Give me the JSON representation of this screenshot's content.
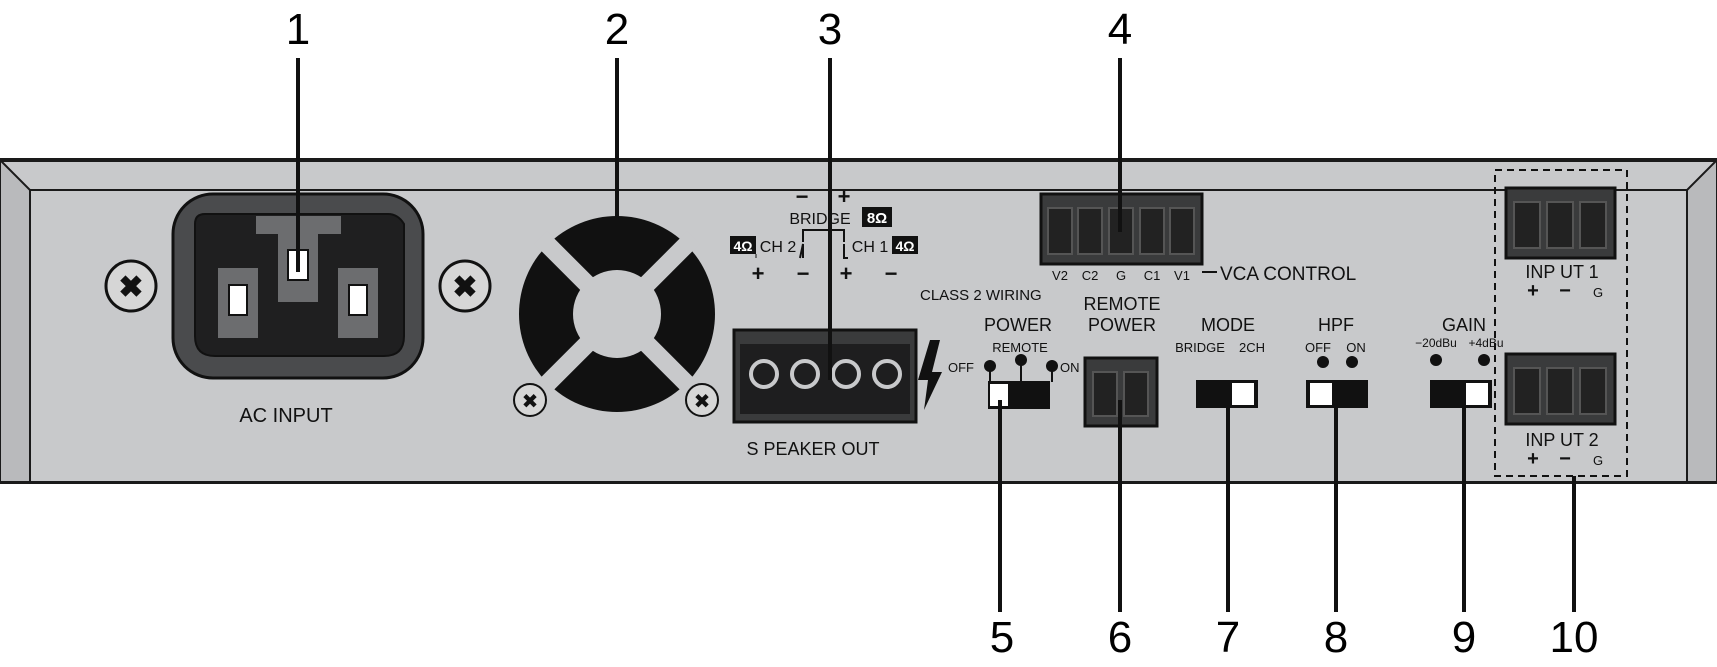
{
  "callouts": [
    "1",
    "2",
    "3",
    "4",
    "5",
    "6",
    "7",
    "8",
    "9",
    "10"
  ],
  "labels": {
    "ac_input": "AC INPUT",
    "speaker_out": "S PEAKER OUT",
    "bridge": "BRIDGE",
    "bridge_minus": "−",
    "bridge_plus": "+",
    "bridge_ohm": "8Ω",
    "ch2": "CH 2",
    "ch2_ohm": "4Ω",
    "ch1": "CH 1",
    "ch1_ohm": "4Ω",
    "ch2_plus": "+",
    "ch2_minus": "−",
    "ch1_plus": "+",
    "ch1_minus": "−",
    "class2": "CLASS 2 WIRING",
    "power": "POWER",
    "power_off": "OFF",
    "power_remote": "REMOTE",
    "power_on": "ON",
    "remote_power_1": "REMOTE",
    "remote_power_2": "POWER",
    "mode": "MODE",
    "mode_bridge": "BRIDGE",
    "mode_2ch": "2CH",
    "hpf": "HPF",
    "hpf_off": "OFF",
    "hpf_on": "ON",
    "gain": "GAIN",
    "gain_low": "−20dBu",
    "gain_high": "+4dBu",
    "vca_control": "VCA CONTROL",
    "vca_pins": [
      "V2",
      "C2",
      "G",
      "C1",
      "V1"
    ],
    "input1": "INP UT 1",
    "input2": "INP UT 2",
    "input_plus": "+",
    "input_minus": "−",
    "input_g": "G"
  }
}
